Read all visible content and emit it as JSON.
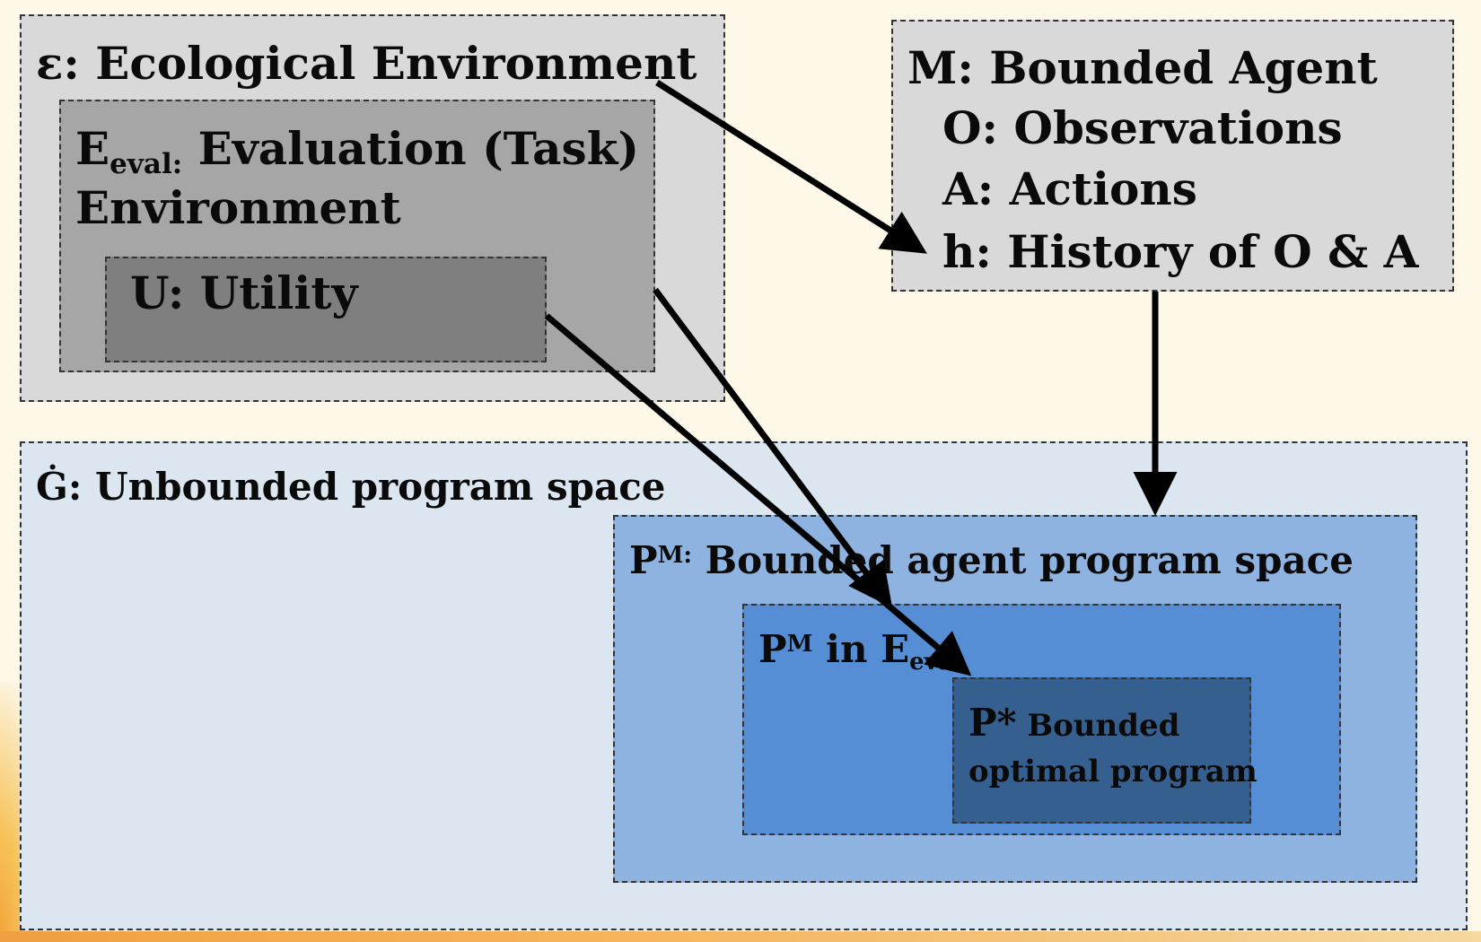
{
  "ecological": {
    "symbol": "ε",
    "rest": ": Ecological Environment"
  },
  "evaluation": {
    "main": "E",
    "sub": "eval:",
    "rest": " Evaluation (Task)",
    "line2": "Environment"
  },
  "utility": {
    "label": "U: Utility"
  },
  "agent": {
    "title": "M: Bounded Agent",
    "observations": "O: Observations",
    "actions": "A: Actions",
    "history": "h: History of O & A"
  },
  "program_space": {
    "label": "Ġ: Unbounded program space"
  },
  "bounded_space": {
    "main": "P",
    "sup": "M:",
    "rest": " Bounded agent program space"
  },
  "pm_in_eval": {
    "main": "P",
    "sup": "M",
    "mid": " in E",
    "sub": "eval"
  },
  "optimal": {
    "main": "P*",
    "rest": " Bounded",
    "line2": "optimal program"
  },
  "colors": {
    "background": "#fdf8e8",
    "ecological_fill": "#d9d9d9",
    "evaluation_fill": "#a6a6a6",
    "utility_fill": "#7f7f7f",
    "program_space_fill": "#dce6f0",
    "bounded_space_fill": "#8eb3e0",
    "pm_eval_fill": "#558ed5",
    "optimal_fill": "#355f8f"
  }
}
